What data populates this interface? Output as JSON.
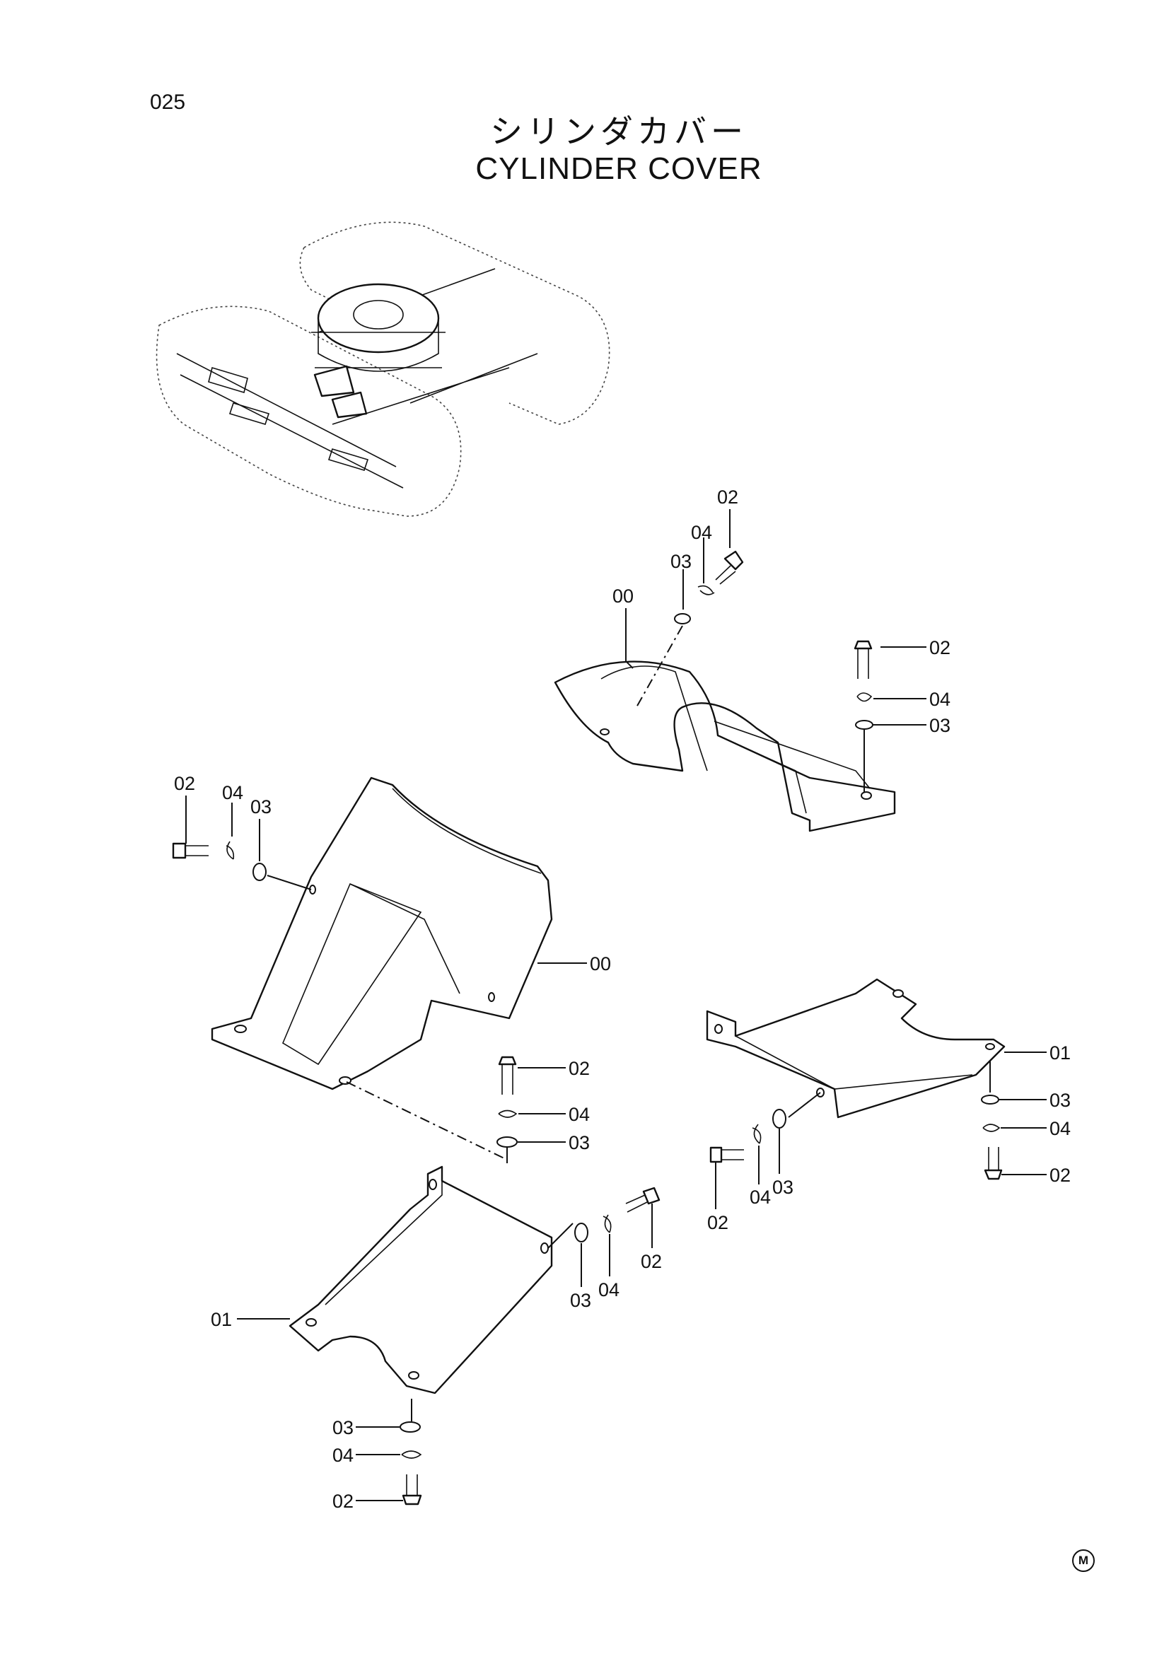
{
  "page_number": "025",
  "title_jp": "シリンダカバー",
  "title_en": "CYLINDER COVER",
  "corner_mark": "M",
  "callouts": [
    "02",
    "04",
    "03",
    "00",
    "02",
    "04",
    "03",
    "02",
    "04",
    "03",
    "00",
    "02",
    "04",
    "03",
    "01",
    "03",
    "04",
    "02",
    "02",
    "04",
    "03",
    "03",
    "04",
    "02",
    "01",
    "03",
    "04",
    "02"
  ]
}
